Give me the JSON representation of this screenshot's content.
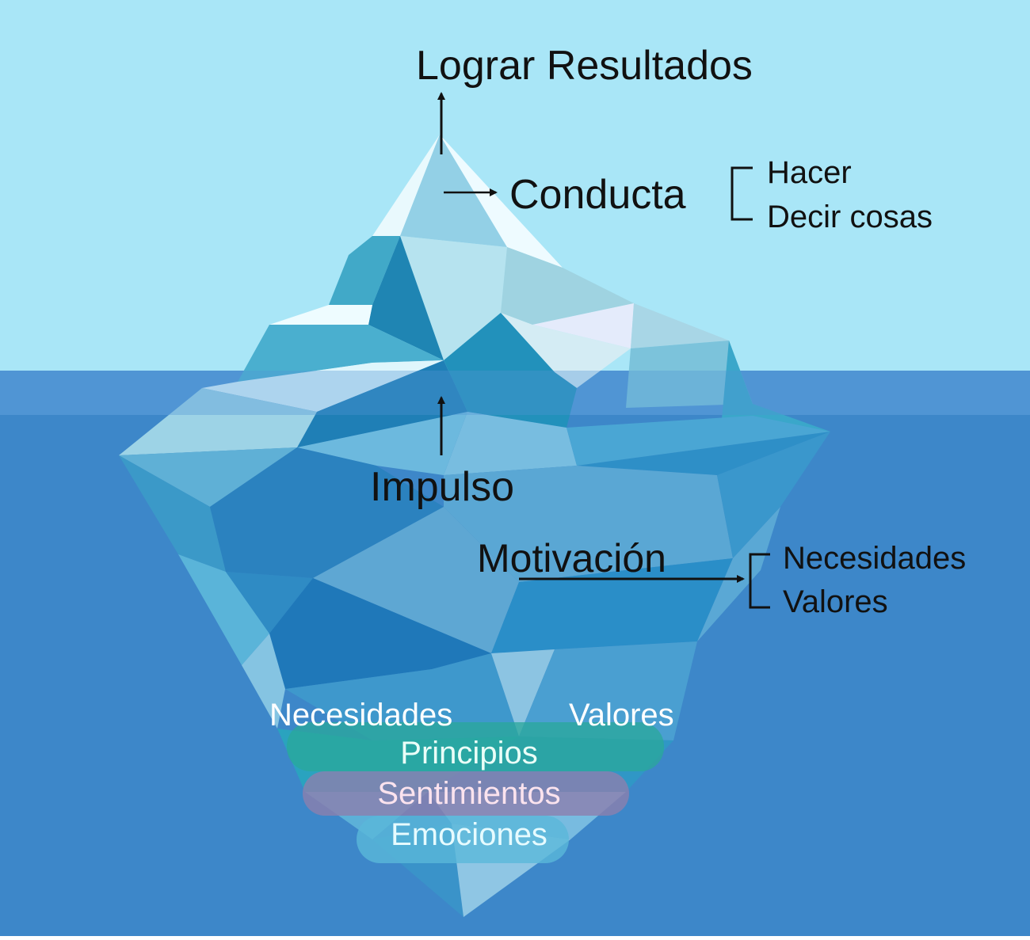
{
  "labels": {
    "top": "Lograr Resultados",
    "behavior": "Conducta",
    "behavior_items": [
      "Hacer",
      "Decir cosas"
    ],
    "impulse": "Impulso",
    "motivation": "Motivación",
    "motivation_items": [
      "Necesidades",
      "Valores"
    ],
    "deep": {
      "needs": "Necesidades",
      "values": "Valores",
      "principles": "Principios",
      "feelings": "Sentimientos",
      "emotions": "Emociones"
    }
  },
  "colors": {
    "sky": "#a9e6f7",
    "water_surface": "#5096d5",
    "water_deep": "#3d87c9",
    "text_dark": "#111111",
    "text_light": "#ffffff",
    "principles_band": "#2aa89a",
    "feelings_band": "#8c7fae",
    "feelings_text": "#fbe3ee",
    "emotions_band": "#5ab8d9",
    "emotions_text": "#e6fbff"
  }
}
